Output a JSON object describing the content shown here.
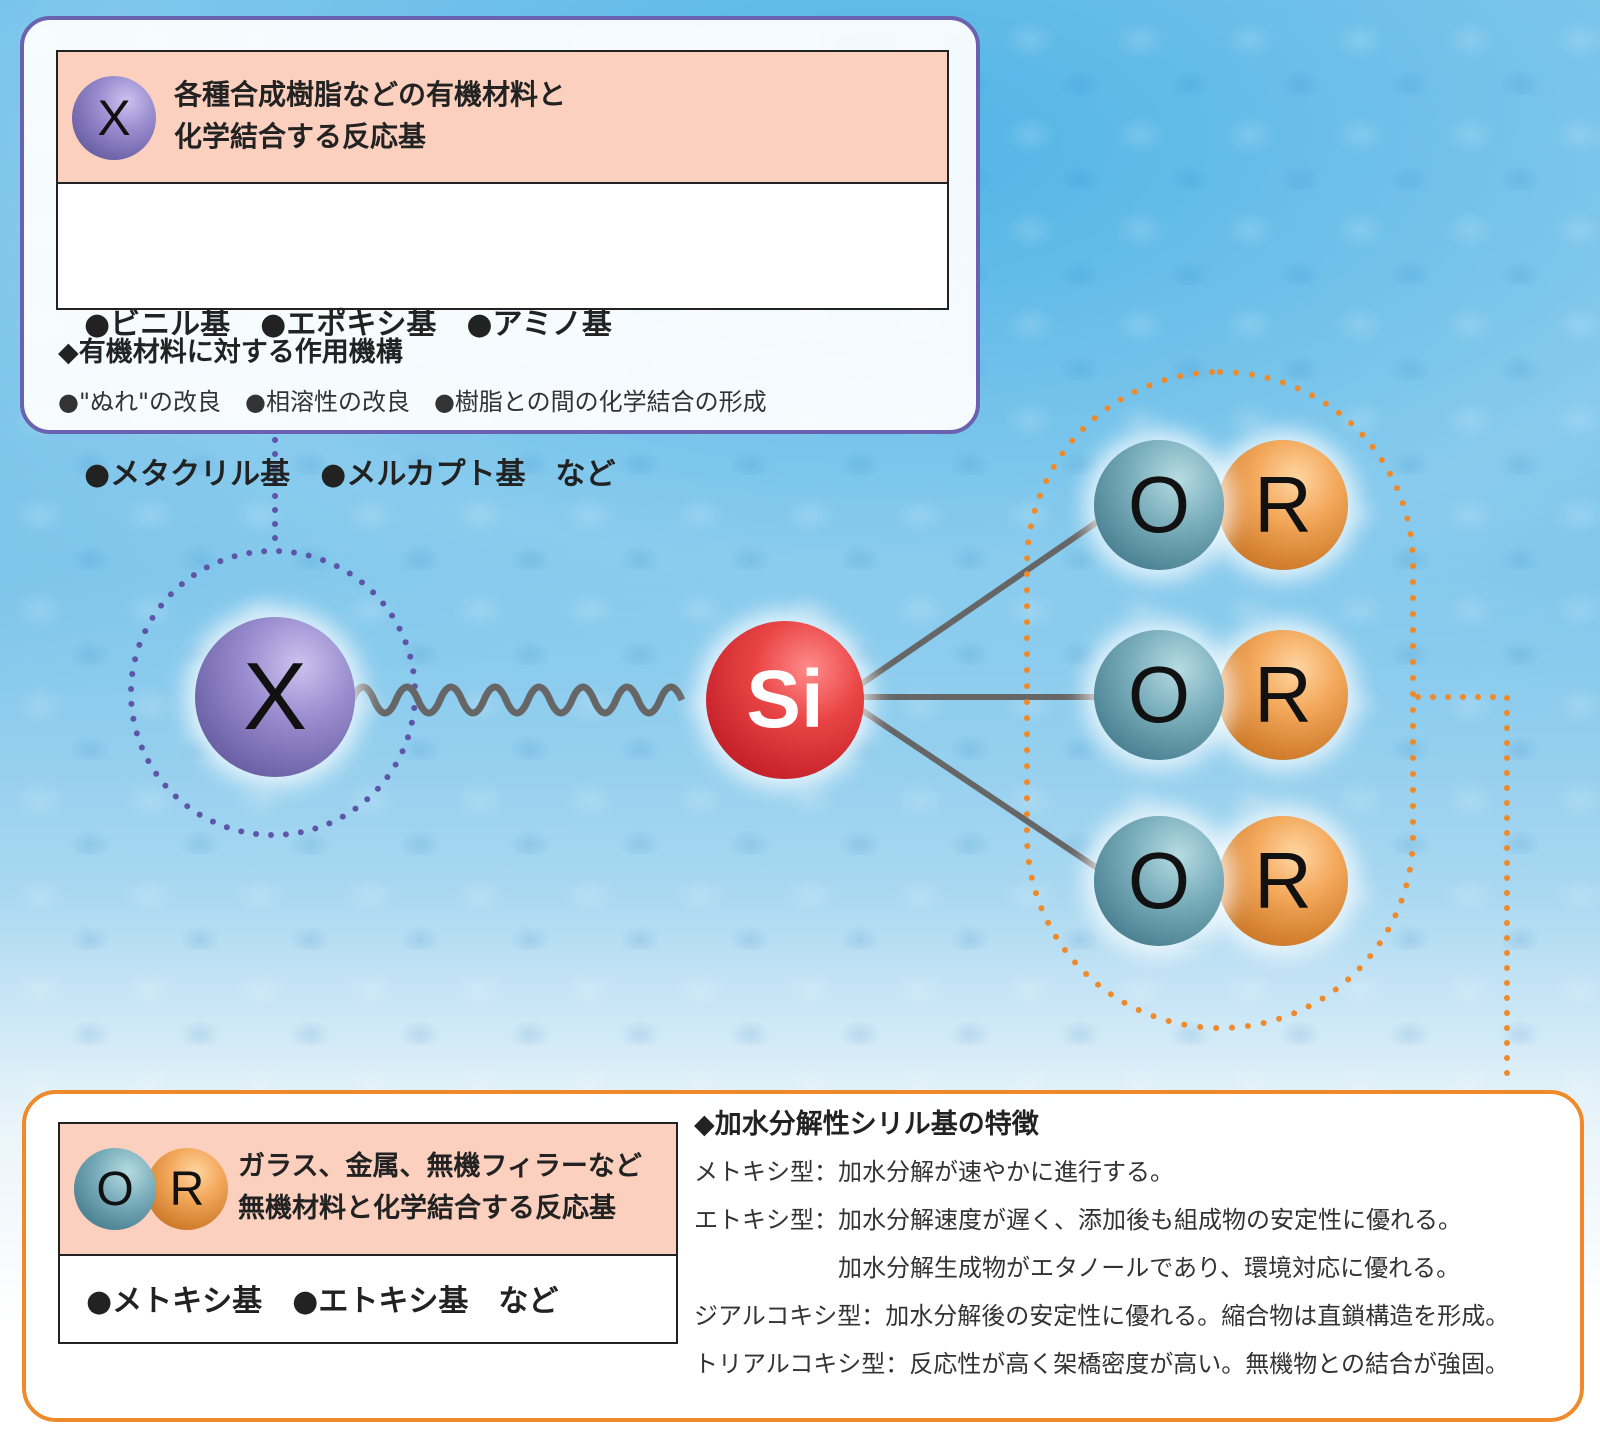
{
  "colors": {
    "top_panel_border": "#6a62b0",
    "bottom_panel_border": "#ef8a2a",
    "header_fill": "#fbd0bf",
    "bond_line": "#666666"
  },
  "top_panel": {
    "badge_label": "X",
    "heading_line1": "各種合成樹脂などの有機材料と",
    "heading_line2": "化学結合する反応基",
    "groups_line1": "●ビニル基　●エポキシ基　●アミノ基",
    "groups_line2": "●メタクリル基　●メルカプト基　など",
    "mechanism_title": "◆有機材料に対する作用機構",
    "mechanism_items": "●\"ぬれ\"の改良　●相溶性の改良　●樹脂との間の化学結合の形成"
  },
  "molecule": {
    "x_label": "X",
    "si_label": "Si",
    "o_label": "O",
    "r_label": "R"
  },
  "bottom_panel": {
    "badge_o": "O",
    "badge_r": "R",
    "heading_line1": "ガラス、金属、無機フィラーなど",
    "heading_line2": "無機材料と化学結合する反応基",
    "groups_line": "●メトキシ基　●エトキシ基　など",
    "features_title": "◆加水分解性シリル基の特徴",
    "features": [
      "メトキシ型：加水分解が速やかに進行する。",
      "エトキシ型：加水分解速度が遅く、添加後も組成物の安定性に優れる。",
      "加水分解生成物がエタノールであり、環境対応に優れる。",
      "ジアルコキシ型：加水分解後の安定性に優れる。縮合物は直鎖構造を形成。",
      "トリアルコキシ型：反応性が高く架橋密度が高い。無機物との結合が強固。"
    ]
  }
}
